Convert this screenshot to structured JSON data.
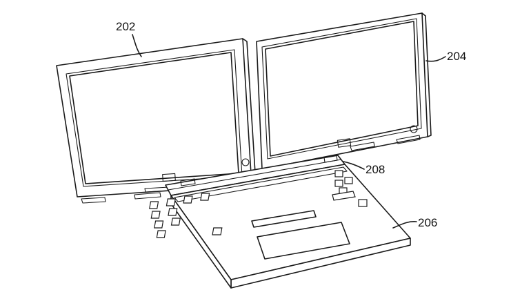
{
  "labels": {
    "left_display": "202",
    "right_display": "204",
    "base": "206",
    "hinge": "208"
  }
}
